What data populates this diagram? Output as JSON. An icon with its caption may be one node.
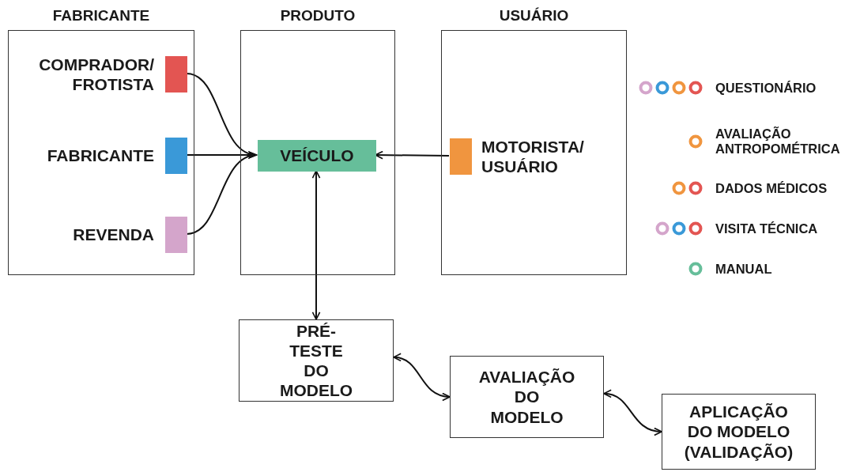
{
  "diagram": {
    "nodes": [
      {
        "text": [
          "FABRICANTE"
        ]
      },
      {
        "text": [
          "PRODUTO"
        ]
      },
      {
        "text": [
          "USUÁRIO"
        ]
      },
      {
        "text": [],
        "shape": "box",
        "beside": [
          "COMPRADOR/ FROTISTA"
        ],
        "in": 0
      },
      {
        "text": [],
        "shape": "box",
        "beside": [
          "FABRICANTE"
        ],
        "in": 0
      },
      {
        "text": [],
        "shape": "box",
        "beside": [
          "REVENDA"
        ],
        "in": 0
      },
      {
        "text": [
          "VEÍCULO"
        ],
        "in": 1
      },
      {
        "text": [],
        "shape": "box",
        "beside": [
          "MOTORISTA/ USUÁRIO"
        ],
        "in": 2
      },
      {
        "text": [
          "PRÉ-TESTE DO MODELO"
        ]
      },
      {
        "text": [
          "AVALIAÇÃO DO MODELO"
        ]
      },
      {
        "text": [
          "APLICAÇÃO DO MODELO (VALIDAÇÃO)"
        ]
      }
    ],
    "edges": [
      {
        "from": 3,
        "to": 6,
        "arrow": "to"
      },
      {
        "from": 4,
        "to": 6,
        "arrow": "to"
      },
      {
        "from": 5,
        "to": 6,
        "arrow": "to"
      },
      {
        "from": 7,
        "to": 6,
        "arrow": "to"
      },
      {
        "from": 6,
        "to": 8,
        "arrow": "both"
      },
      {
        "from": 8,
        "to": 9,
        "arrow": "both"
      },
      {
        "from": 9,
        "to": 10,
        "arrow": "both"
      }
    ],
    "legend": [
      {
        "text": "QUESTIONÁRIO"
      },
      {
        "text": "AVALIAÇÃO ANTROPOMÉTRICA"
      },
      {
        "text": "DADOS MÉDICOS"
      },
      {
        "text": "VISITA TÉCNICA"
      },
      {
        "text": "MANUAL"
      }
    ]
  }
}
